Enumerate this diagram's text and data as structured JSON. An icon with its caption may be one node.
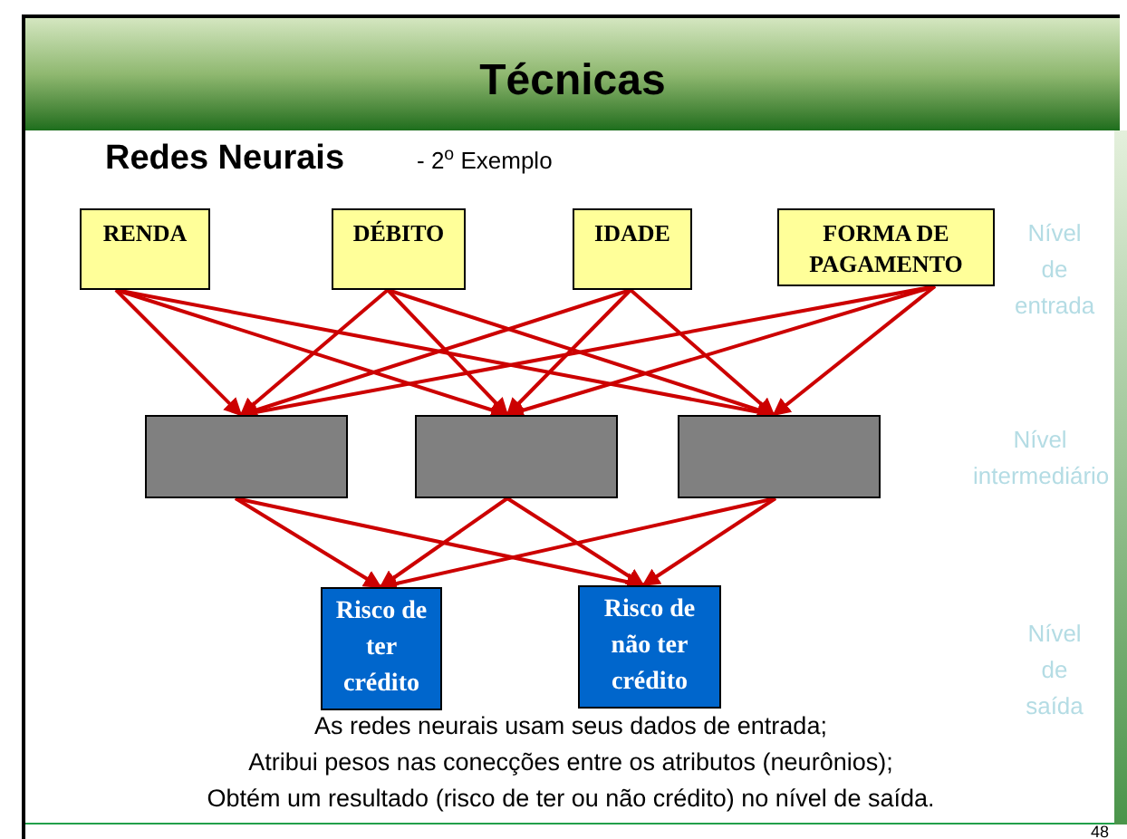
{
  "diagram": {
    "title": "Técnicas",
    "nodes": [
      {
        "text": [
          "RENDA"
        ]
      },
      {
        "text": [
          "DÉBITO"
        ]
      },
      {
        "text": [
          "IDADE"
        ]
      },
      {
        "text": [
          "FORMA DE PAGAMENTO"
        ]
      },
      {
        "text": [],
        "shape": "box"
      },
      {
        "text": [],
        "shape": "box"
      },
      {
        "text": [],
        "shape": "box"
      },
      {
        "text": [
          "Risco de ter crédito"
        ]
      },
      {
        "text": [
          "Risco de não ter crédito"
        ]
      }
    ],
    "edges": [
      {
        "from": 0,
        "to": 4,
        "arrow": "to"
      },
      {
        "from": 0,
        "to": 5,
        "arrow": "to"
      },
      {
        "from": 0,
        "to": 6,
        "arrow": "to"
      },
      {
        "from": 1,
        "to": 4,
        "arrow": "to"
      },
      {
        "from": 1,
        "to": 5,
        "arrow": "to"
      },
      {
        "from": 1,
        "to": 6,
        "arrow": "to"
      },
      {
        "from": 2,
        "to": 4,
        "arrow": "to"
      },
      {
        "from": 2,
        "to": 5,
        "arrow": "to"
      },
      {
        "from": 2,
        "to": 6,
        "arrow": "to"
      },
      {
        "from": 3,
        "to": 4,
        "arrow": "to"
      },
      {
        "from": 3,
        "to": 5,
        "arrow": "to"
      },
      {
        "from": 3,
        "to": 6,
        "arrow": "to"
      },
      {
        "from": 4,
        "to": 7,
        "arrow": "to"
      },
      {
        "from": 4,
        "to": 8,
        "arrow": "to"
      },
      {
        "from": 5,
        "to": 7,
        "arrow": "to"
      },
      {
        "from": 5,
        "to": 8,
        "arrow": "to"
      },
      {
        "from": 6,
        "to": 7,
        "arrow": "to"
      },
      {
        "from": 6,
        "to": 8,
        "arrow": "to"
      }
    ],
    "labels": [
      "Redes Neurais",
      "- 2$^{o}$ Exemplo",
      "Nível de entrada",
      "Nível intermediário",
      "Nível de saída",
      "As redes neurais usam seus dados de entrada;",
      "Atribui pesos nas conecções entre os atributos (neurônios);",
      "Obtém um resultado (risco de ter ou não crédito) no nível de saída.",
      "48"
    ]
  }
}
